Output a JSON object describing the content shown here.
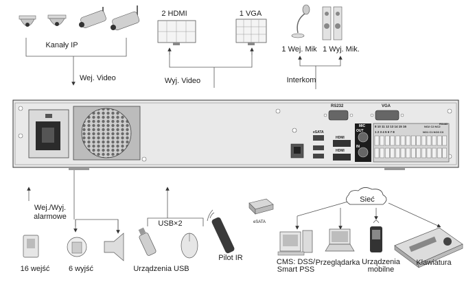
{
  "top": {
    "cameras_label": "Kanały IP",
    "video_in_label": "Wej. Video",
    "hdmi_label": "2 HDMI",
    "vga_label": "1 VGA",
    "video_out_label": "Wyj. Video",
    "mic_in_label": "1 Wej. Mik",
    "mic_out_label": "1 Wyj. Mik.",
    "intercom_label": "Interkom"
  },
  "panel": {
    "rs232": "RS232",
    "vga": "VGA",
    "mic": "MIC",
    "out": "OUT",
    "in": "IN",
    "esata": "eSATA",
    "hdmi": "HDMI",
    "rs485": "RS485",
    "alarm_numbers_top": "8 10 11 12 13 14 15 16",
    "alarm_numbers_bottom": "1 2 3 4 5 6 7 8",
    "alarm_right_top": "NO2 C2 NC2",
    "alarm_right_bottom": "NO1 C1 NO3 C3"
  },
  "bottom": {
    "alarm_io_line1": "Wej./Wyj.",
    "alarm_io_line2": "alarmowe",
    "inputs_label": "16 wejść",
    "outputs_label": "6 wyjść",
    "usb_count_label": "USB×2",
    "usb_devices_label": "Urządzenia USB",
    "ir_remote_label": "Pilot IR",
    "esata_label": "eSATA",
    "network_label": "Sieć",
    "cms_label_line1": "CMS: DSS/",
    "cms_label_line2": "Smart PSS",
    "browser_label": "Przeglądarka",
    "mobile_line1": "Urządzenia",
    "mobile_line2": "mobilne",
    "keyboard_label": "Klawiatura"
  }
}
